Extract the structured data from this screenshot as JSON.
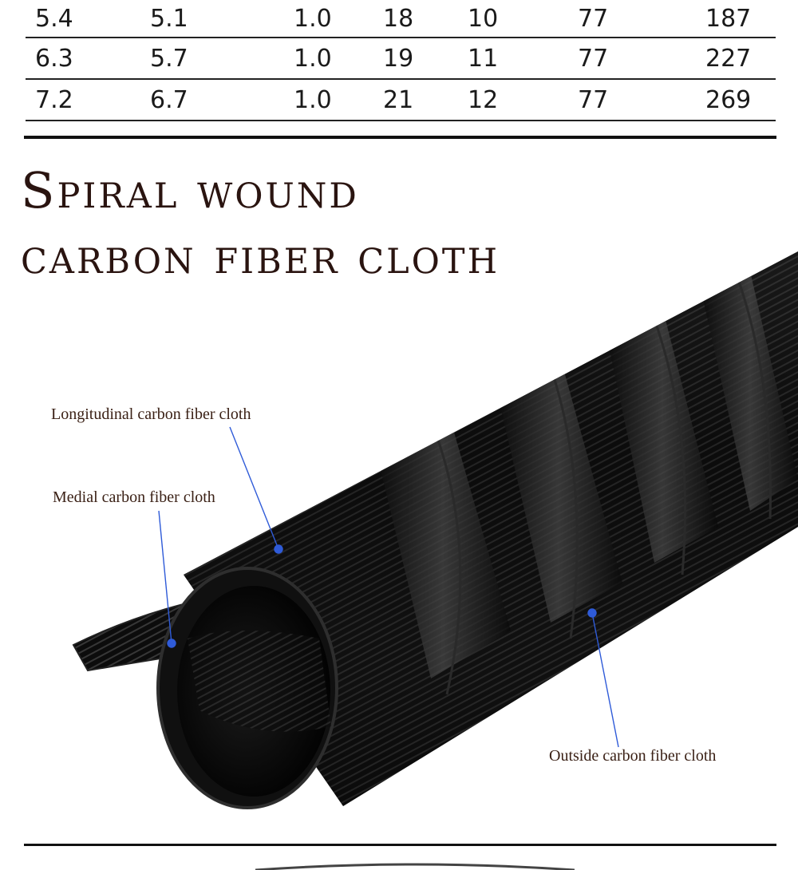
{
  "spec_table": {
    "rows": [
      [
        "5.4",
        "5.1",
        "1.0",
        "18",
        "10",
        "77",
        "187"
      ],
      [
        "6.3",
        "5.7",
        "1.0",
        "19",
        "11",
        "77",
        "227"
      ],
      [
        "7.2",
        "6.7",
        "1.0",
        "21",
        "12",
        "77",
        "269"
      ]
    ]
  },
  "headline": {
    "line1": "Spiral wound",
    "line2": "carbon fiber cloth"
  },
  "callouts": {
    "longitudinal": "Longitudinal carbon fiber cloth",
    "medial": "Medial carbon fiber cloth",
    "outside": "Outside carbon fiber cloth"
  },
  "colors": {
    "headline": "#2a1410",
    "callout_text": "#3a2015",
    "pointer": "#2f5bd8",
    "rod": "#0d0d0d"
  }
}
